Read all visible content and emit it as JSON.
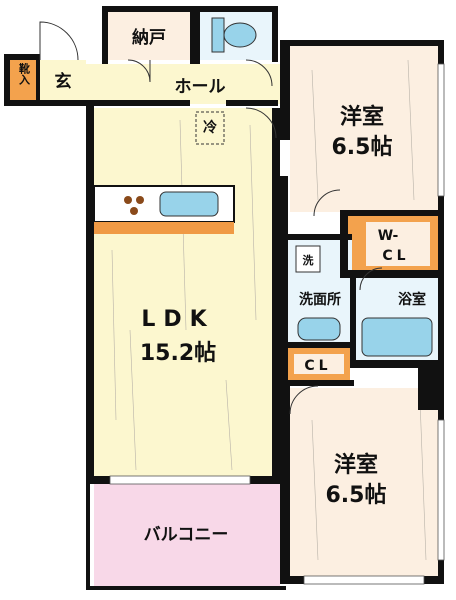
{
  "rooms": {
    "storage": "納戸",
    "entrance": "玄",
    "shoe_storage": "靴入",
    "hall": "ホール",
    "fridge": "冷",
    "west_room_upper": {
      "name": "洋室",
      "size": "6.5帖"
    },
    "walk_in_closet": {
      "line1": "W-",
      "line2": "CL"
    },
    "washing_machine": "洗",
    "washroom": "洗面所",
    "bathroom": "浴室",
    "closet": "CL",
    "ldk": {
      "name": "LDK",
      "size": "15.2帖"
    },
    "west_room_lower": {
      "name": "洋室",
      "size": "6.5帖"
    },
    "balcony": "バルコニー"
  },
  "colors": {
    "wall": "#111111",
    "floor_wood": "#fcefe1",
    "floor_ldk": "#fcf7cf",
    "storage_orange": "#f3a24d",
    "balcony_pink": "#f8d8e8",
    "wet_area": "#e9f5fb",
    "fixture_blue": "#98d3ea",
    "kitchen_orange": "#f09a45"
  }
}
